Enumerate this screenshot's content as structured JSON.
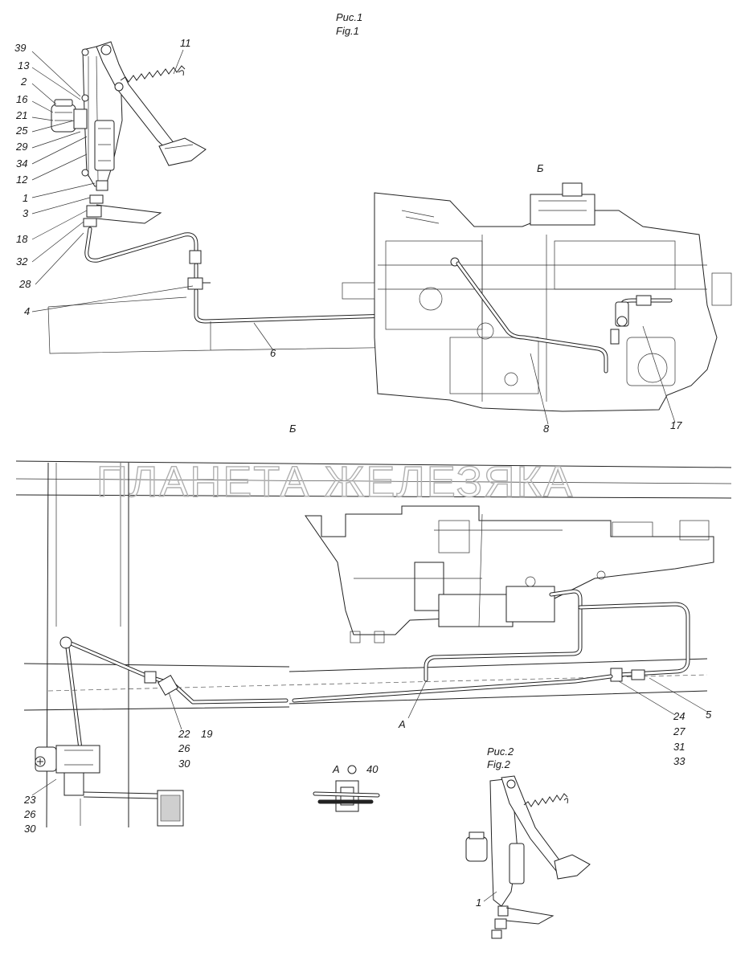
{
  "figures": {
    "fig1_ru": "Рис.1",
    "fig1_en": "Fig.1",
    "fig2_ru": "Рис.2",
    "fig2_en": "Fig.2"
  },
  "views": {
    "view_b_top": "Б",
    "view_b_main": "Б",
    "view_a": "А",
    "marker_a": "А"
  },
  "watermark": "ПЛАНЕТА ЖЕЛЕЗЯКА",
  "callouts": {
    "c39": "39",
    "c13": "13",
    "c2": "2",
    "c16": "16",
    "c21": "21",
    "c25": "25",
    "c29": "29",
    "c34": "34",
    "c12": "12",
    "c1": "1",
    "c3": "3",
    "c18": "18",
    "c32": "32",
    "c28": "28",
    "c4": "4",
    "c11": "11",
    "c6": "6",
    "c8": "8",
    "c17": "17",
    "c22": "22",
    "c19": "19",
    "c26a": "26",
    "c30a": "30",
    "c23": "23",
    "c26b": "26",
    "c30b": "30",
    "c5": "5",
    "c24": "24",
    "c27": "27",
    "c31": "31",
    "c33": "33",
    "c40": "40",
    "c1fig2": "1"
  }
}
